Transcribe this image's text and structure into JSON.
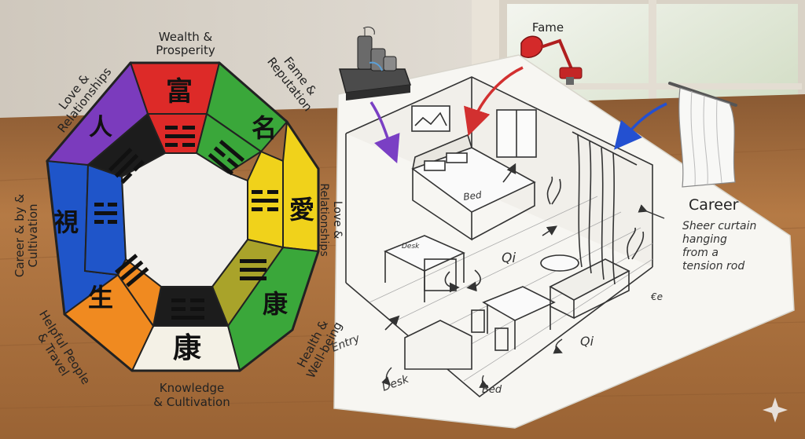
{
  "colors": {
    "wealth": "#dd2a28",
    "fame": "#3aa73a",
    "health": "#f0d21b",
    "family": "#e8a81a",
    "center_gold": "#a9a32a",
    "knowledge_white": "#f4f1e6",
    "helpful": "#f08a20",
    "career": "#1f55c9",
    "love": "#7b3bbd",
    "trigram_black": "#1c1c1c",
    "table_wood": "#b57a45",
    "arrow_purple": "#7a3fc4",
    "arrow_red": "#d23030",
    "arrow_blue": "#2350d1"
  },
  "bagua": {
    "labels": {
      "wealth": "Wealth &\nProsperity",
      "fame": "Fame &\nReputation",
      "love": "Love &\nRelationships",
      "career": "Career & by &\nCultivation",
      "helpful": "Helpful People\n& Travel",
      "knowledge": "Knowledge\n& Cultivation",
      "health": "Health &\nWell-being"
    },
    "chars": {
      "wealth": "富",
      "fame": "名",
      "love": "人",
      "career": "視",
      "helpful": "生",
      "knowledge": "康",
      "health": "康",
      "right": "愛"
    }
  },
  "room": {
    "callouts": {
      "fame": "Fame",
      "career": "Career",
      "curtain": "Sheer curtain\nhanging\nfrom a\ntension rod",
      "love": "Love &\nRelationships",
      "entry": "Entry",
      "desk_bottom": "Desk",
      "bed_bottom": "Bed",
      "qi_right": "Qi",
      "ee": "€e"
    },
    "labels": {
      "bed": "Bed",
      "desk": "Desk",
      "qi": "Qi"
    }
  },
  "icons": {
    "fountain": "tabletop-fountain-icon",
    "lamp": "red-desk-lamp-icon",
    "curtain": "curtain-rod-icon",
    "sparkle": "sparkle-icon"
  }
}
